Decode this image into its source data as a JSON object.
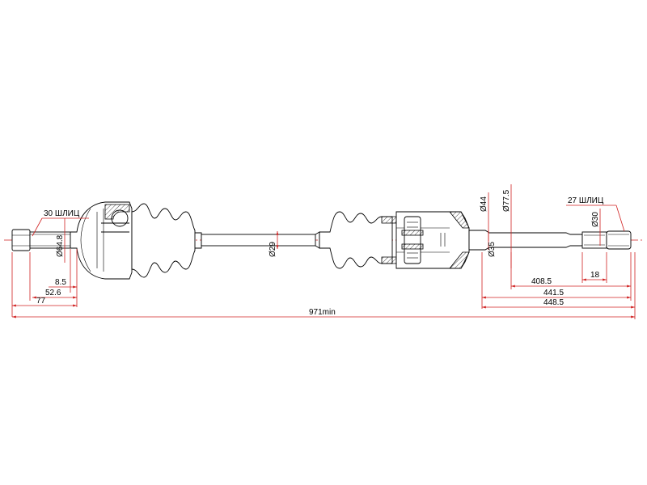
{
  "labels": {
    "splines_left": "30 ШЛИЦ",
    "splines_right": "27 ШЛИЦ",
    "dia_64_8": "Ø64.8",
    "dia_29": "Ø29",
    "dia_44": "Ø44",
    "dia_77_5": "Ø77.5",
    "dia_35": "Ø35",
    "dia_30": "Ø30",
    "len_8_5": "8.5",
    "len_52_6": "52.6",
    "len_77": "77",
    "len_408_5": "408.5",
    "len_441_5": "441.5",
    "len_448_5": "448.5",
    "len_18": "18",
    "len_971": "971min"
  },
  "colors": {
    "dimension_lines": "#d02020",
    "part_outline": "#000000"
  }
}
